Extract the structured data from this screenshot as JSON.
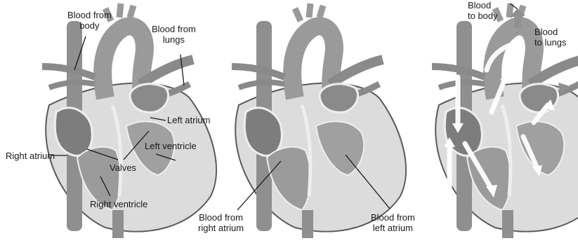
{
  "panels": [
    {
      "labels": {
        "blood_from_body": [
          "Blood from",
          "body"
        ],
        "blood_from_lungs": [
          "Blood from",
          "lungs"
        ],
        "left_atrium": "Left atrium",
        "right_atrium": "Right atrium",
        "left_ventricle": "Left ventricle",
        "valves": "Valves",
        "right_ventricle": "Right ventricle"
      }
    },
    {
      "labels": {
        "blood_from_right_atrium": [
          "Blood from",
          "right atrium"
        ],
        "blood_from_left_atrium": [
          "Blood from",
          "left atrium"
        ]
      }
    },
    {
      "labels": {
        "blood_to_body": [
          "Blood",
          "to body"
        ],
        "blood_to_lungs": [
          "Blood",
          "to lungs"
        ]
      }
    }
  ],
  "colors": {
    "heart_outline": "#5a5a5a",
    "heart_wall": "#b8b8b8",
    "heart_fill": "#d9d9d9",
    "chamber_dark": "#7d7d7d",
    "vessel": "#8f8f8f",
    "flow_arrow": "#ffffff"
  }
}
